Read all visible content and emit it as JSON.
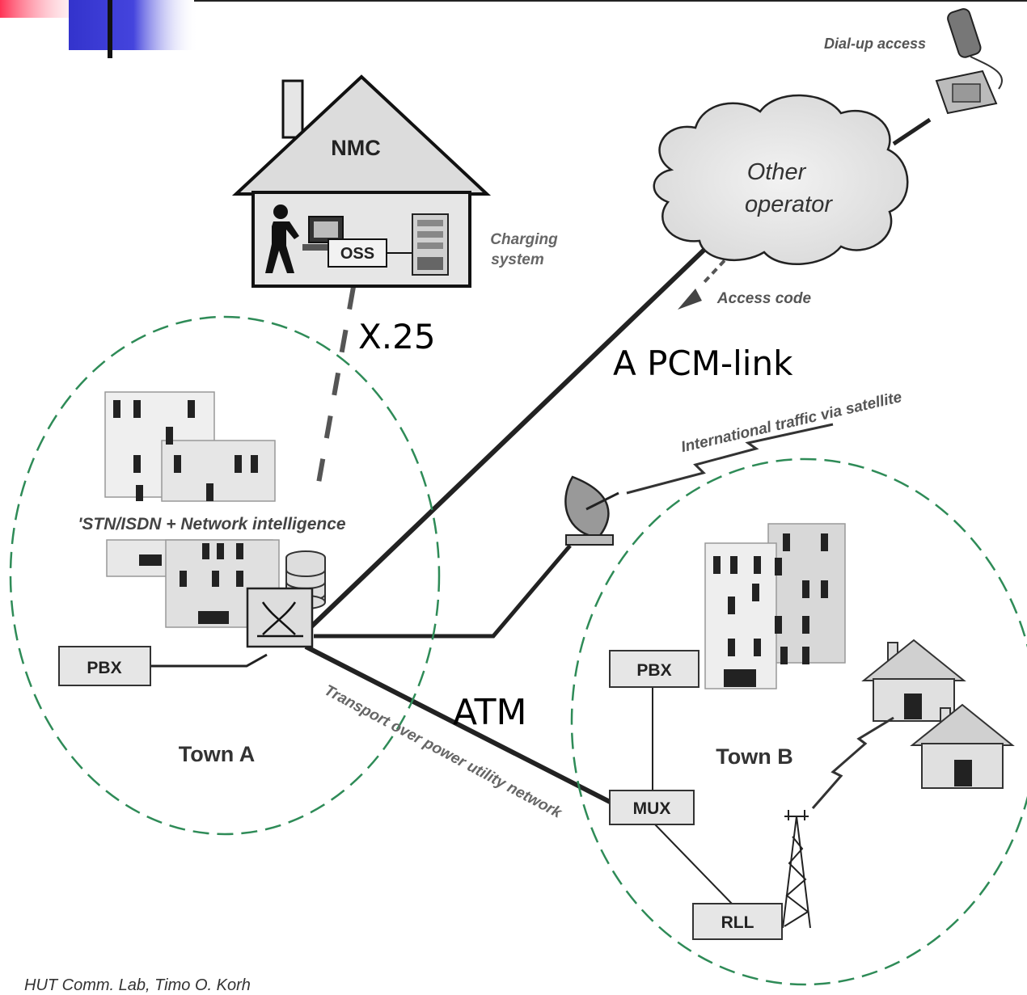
{
  "colors": {
    "zone_outline": "#2e8b57",
    "corner_accent": "#3333cc",
    "line": "#222222",
    "box_fill": "#e0e0e0",
    "building_fill": "#e6e6e6"
  },
  "nmc": {
    "label": "NMC",
    "oss_label": "OSS",
    "charging_system": [
      "Charging",
      "system"
    ]
  },
  "cloud": {
    "label": [
      "Other",
      "operator"
    ],
    "access_code": "Access code"
  },
  "dialup": {
    "label": "Dial-up access"
  },
  "satellite": {
    "label": "International traffic via satellite"
  },
  "town_a": {
    "label": "Town A",
    "building_caption": "'STN/ISDN + Network  intelligence",
    "pbx": "PBX"
  },
  "town_b": {
    "label": "Town B",
    "pbx": "PBX",
    "mux": "MUX",
    "rll": "RLL"
  },
  "power_network": {
    "label": "Transport over power utility network"
  },
  "annotations": {
    "x25": "X.25",
    "pcm": "A PCM-link",
    "atm": "ATM"
  },
  "footer": {
    "text": "HUT Comm. Lab, Timo O. Korh"
  }
}
